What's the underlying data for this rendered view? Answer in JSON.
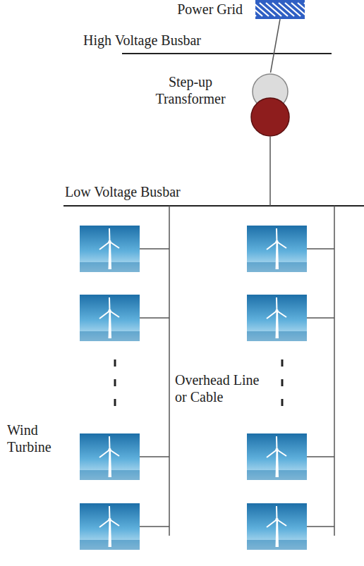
{
  "diagram": {
    "nodes": [
      {
        "text": [
          "Power Grid"
        ]
      },
      {
        "text": [
          "Step-up Transformer"
        ]
      }
    ],
    "edges": [
      {
        "from": 0,
        "to": 1,
        "arrow": "none"
      }
    ],
    "labels": [
      "High Voltage Busbar",
      "Low Voltage Busbar",
      "Overhead Line or Cable",
      "Wind Turbine"
    ]
  }
}
